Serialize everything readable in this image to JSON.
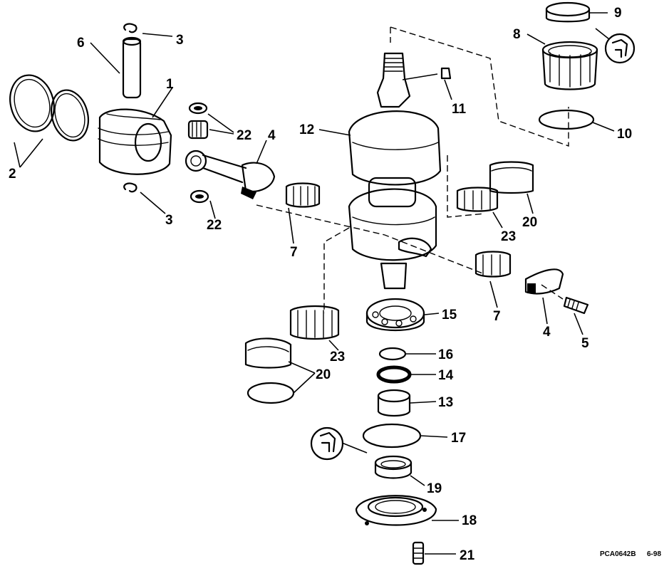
{
  "drawing_code": "PCA0642B",
  "drawing_date": "6-98",
  "callouts": [
    {
      "id": "c1",
      "label": "1"
    },
    {
      "id": "c2",
      "label": "2"
    },
    {
      "id": "c3a",
      "label": "3"
    },
    {
      "id": "c3b",
      "label": "3"
    },
    {
      "id": "c4a",
      "label": "4"
    },
    {
      "id": "c4b",
      "label": "4"
    },
    {
      "id": "c5",
      "label": "5"
    },
    {
      "id": "c6",
      "label": "6"
    },
    {
      "id": "c7a",
      "label": "7"
    },
    {
      "id": "c7b",
      "label": "7"
    },
    {
      "id": "c8",
      "label": "8"
    },
    {
      "id": "c9",
      "label": "9"
    },
    {
      "id": "c10",
      "label": "10"
    },
    {
      "id": "c11",
      "label": "11"
    },
    {
      "id": "c12",
      "label": "12"
    },
    {
      "id": "c13",
      "label": "13"
    },
    {
      "id": "c14",
      "label": "14"
    },
    {
      "id": "c15",
      "label": "15"
    },
    {
      "id": "c16",
      "label": "16"
    },
    {
      "id": "c17",
      "label": "17"
    },
    {
      "id": "c18",
      "label": "18"
    },
    {
      "id": "c19",
      "label": "19"
    },
    {
      "id": "c20a",
      "label": "20"
    },
    {
      "id": "c20b",
      "label": "20"
    },
    {
      "id": "c21",
      "label": "21"
    },
    {
      "id": "c22a",
      "label": "22"
    },
    {
      "id": "c22b",
      "label": "22"
    },
    {
      "id": "c23a",
      "label": "23"
    },
    {
      "id": "c23b",
      "label": "23"
    }
  ],
  "icons": [
    "lubricant-icon",
    "lubricant-icon"
  ]
}
